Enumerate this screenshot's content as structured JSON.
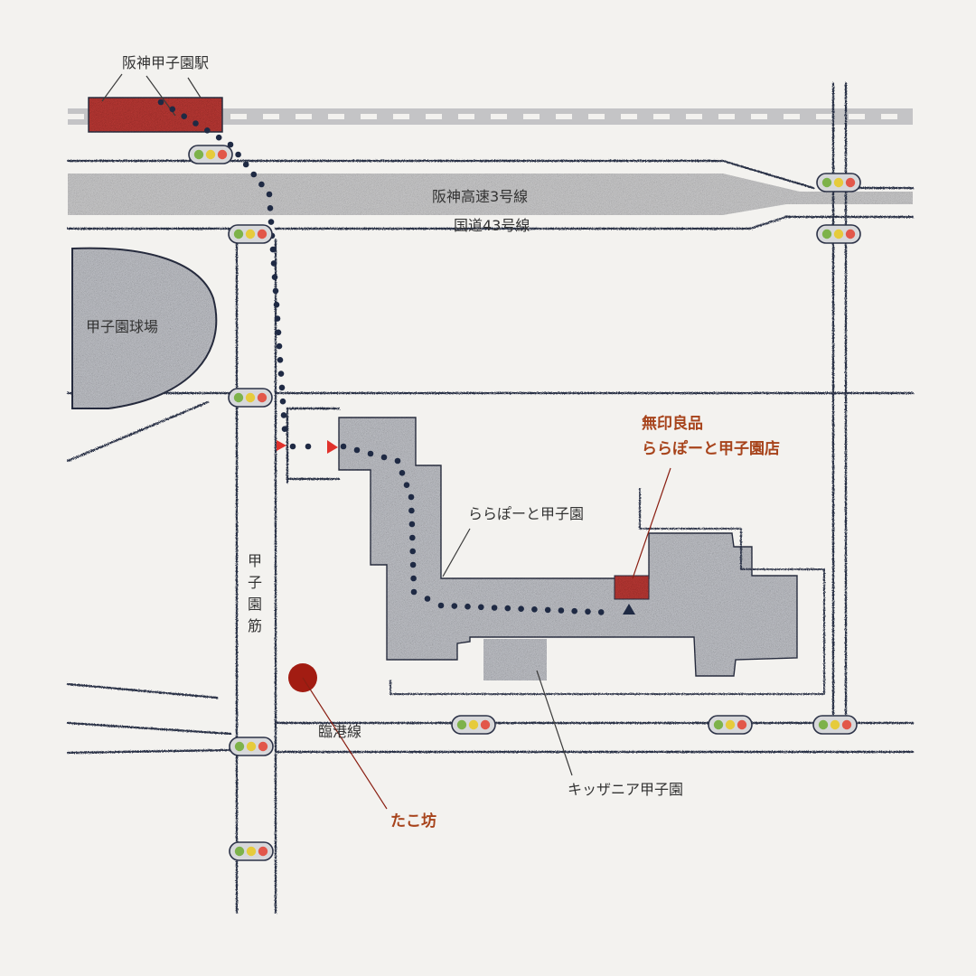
{
  "labels": {
    "station": "阪神甲子園駅",
    "expressway": "阪神高速3号線",
    "route43": "国道43号線",
    "stadium": "甲子園球場",
    "koshien_suji": [
      "甲",
      "子",
      "園",
      "筋"
    ],
    "rinko_line": "臨港線",
    "lalaport": "ららぽーと甲子園",
    "muji_line1": "無印良品",
    "muji_line2": "ららぽーと甲子園店",
    "kidzania": "キッザニア甲子園",
    "takobo": "たこ坊"
  },
  "colors": {
    "background": "#f3f2ef",
    "road_outline": "#2c3247",
    "building_fill": "#c7c9cf",
    "station_red": "#c03a36",
    "accent_label": "#a7431b",
    "marker": "#a21c12",
    "route_dots": "#1f2a44",
    "arrow_red": "#e0322c"
  }
}
